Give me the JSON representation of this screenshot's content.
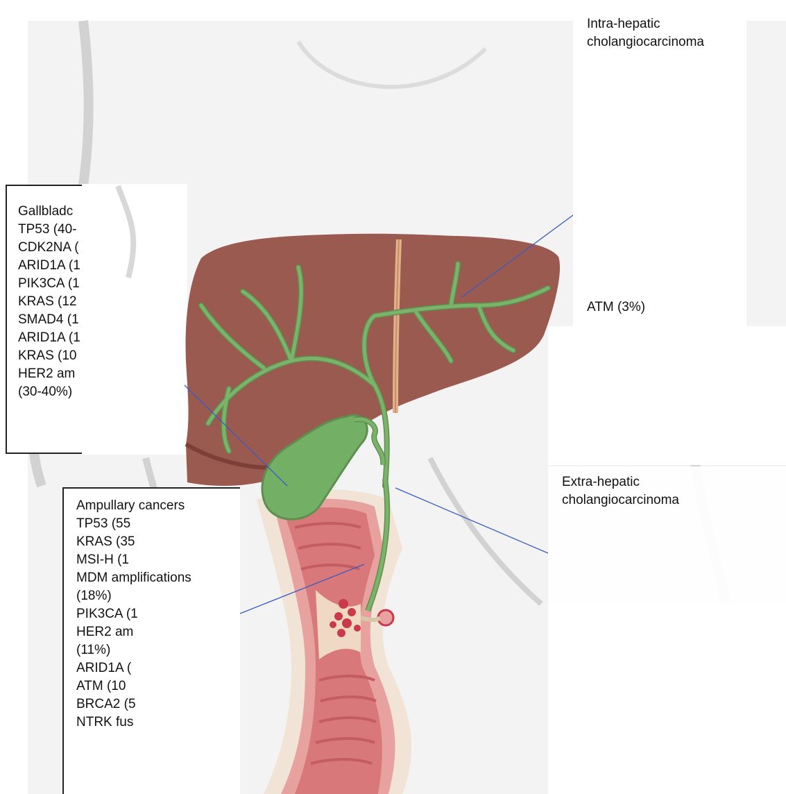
{
  "gallbladder": {
    "lines": [
      "Gallbladc",
      "TP53 (40-",
      "CDK2NA (",
      "ARID1A (1",
      "PIK3CA (1",
      "KRAS (12",
      "SMAD4 (1",
      "ARID1A (1",
      "KRAS (10",
      "HER2 am",
      "(30-40%)"
    ]
  },
  "intra_hepatic": {
    "title_lines": [
      "Intra-hepatic",
      "cholangiocarcinoma"
    ],
    "items": [
      "ATM (3%)"
    ]
  },
  "extra_hepatic": {
    "title_lines": [
      "Extra-hepatic",
      "cholangiocarcinoma"
    ]
  },
  "ampullary": {
    "lines": [
      "Ampullary cancers",
      "TP53 (55",
      "KRAS (35",
      "MSI-H (1",
      "MDM amplifications",
      "(18%)",
      "PIK3CA (1",
      "HER2 am",
      "(11%)",
      "ARID1A (",
      "ATM (10",
      "BRCA2 (5",
      "NTRK fus"
    ]
  },
  "colors": {
    "liver": "#9a5a50",
    "liver_dark": "#7d4038",
    "bile_duct": "#7cb36b",
    "gallbladder": "#73b066",
    "duodenum": "#d9787a",
    "body_outline": "#d2d2d2",
    "pointer_line": "#3a5bbf"
  }
}
